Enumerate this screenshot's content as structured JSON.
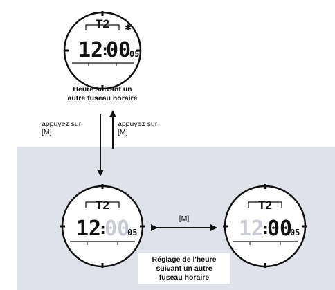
{
  "colors": {
    "panel": "#dfe2e8",
    "ink": "#111111",
    "dim_digit": "#c9ccd4"
  },
  "watch_top": {
    "mode": "T2",
    "hour": "12",
    "minute": "00",
    "seconds": "05",
    "caption_line1": "Heure suivant un",
    "caption_line2": "autre fuseau horaire"
  },
  "arrows": {
    "left_label_line1": "appuyez sur",
    "left_label_line2": "[M]",
    "right_label_line1": "appuyez sur",
    "right_label_line2": "[M]",
    "toggle_label": "[M]"
  },
  "watch_left": {
    "mode": "T2",
    "hour": "12",
    "minute": "00",
    "seconds": "05",
    "dim_part": "minute"
  },
  "watch_right": {
    "mode": "T2",
    "hour": "12",
    "minute": "00",
    "seconds": "05",
    "dim_part": "hour"
  },
  "bottom_caption": {
    "line1": "Réglage de l'heure",
    "line2": "suivant un autre",
    "line3": "fuseau horaire"
  }
}
